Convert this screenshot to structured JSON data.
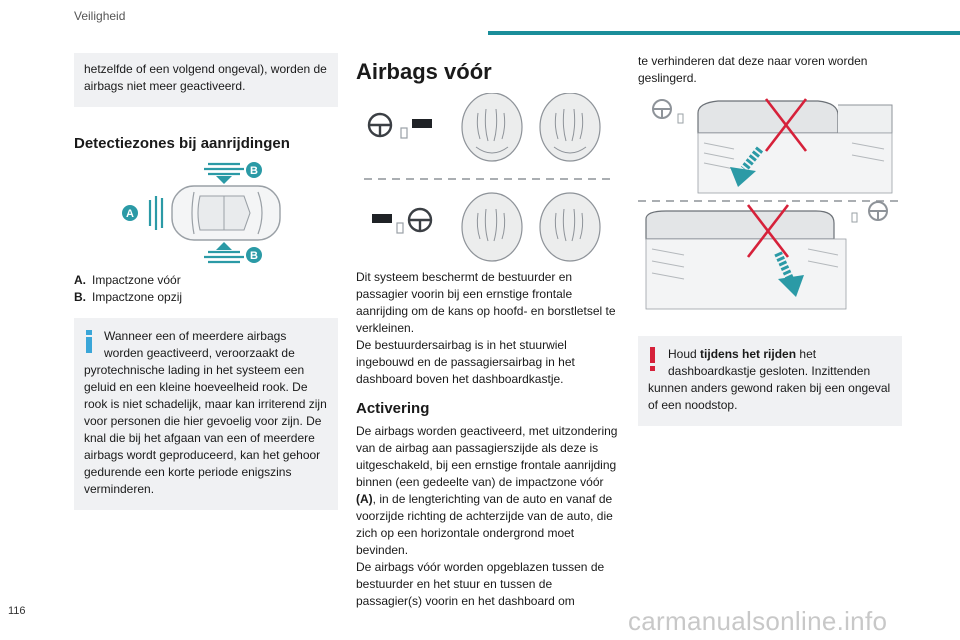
{
  "header": {
    "title": "Veiligheid"
  },
  "page_number": "116",
  "watermark": "carmanualsonline.info",
  "col1": {
    "intro": "hetzelfde of een volgend ongeval), worden de airbags niet meer geactiveerd.",
    "heading": "Detectiezones bij aanrijdingen",
    "figure_labels": {
      "a": "A",
      "b_top": "B",
      "b_bottom": "B"
    },
    "legend": [
      {
        "letter": "A.",
        "text": "Impactzone vóór"
      },
      {
        "letter": "B.",
        "text": "Impactzone opzij"
      }
    ],
    "info": {
      "first": "Wanneer een of meerdere airbags",
      "indent_rest": "worden geactiveerd, veroorzaakt de",
      "rest": "pyrotechnische lading in het systeem een geluid en een kleine hoeveelheid rook. De rook is niet schadelijk, maar kan irriterend zijn voor personen die hier gevoelig voor zijn. De knal die bij het afgaan van een of meerdere airbags wordt geproduceerd, kan het gehoor gedurende een korte periode enigszins verminderen."
    }
  },
  "col2": {
    "heading": "Airbags vóór",
    "para1": "Dit systeem beschermt de bestuurder en passagier voorin bij een ernstige frontale aanrijding om de kans op hoofd- en borstletsel te verkleinen.",
    "para2": "De bestuurdersairbag is in het stuurwiel ingebouwd en de passagiersairbag in het dashboard boven het dashboardkastje.",
    "subheading": "Activering",
    "activ_part1": "De airbags worden geactiveerd, met uitzondering van de airbag aan passagierszijde als deze is uitgeschakeld, bij een ernstige frontale aanrijding binnen (een gedeelte van) de impactzone vóór",
    "activ_bold": "(A)",
    "activ_part2": ", in de lengterichting van de auto en vanaf de voorzijde richting de achterzijde van de auto, die zich op een horizontale ondergrond moet bevinden.",
    "activ_para2": "De airbags vóór worden opgeblazen tussen de bestuurder en het stuur en tussen de passagier(s) voorin en het dashboard om"
  },
  "col3": {
    "continuation": "te verhinderen dat deze naar voren worden geslingerd.",
    "warning": {
      "pre": "Houd",
      "bold": "tijdens het rijden",
      "post": "het",
      "line2": "dashboardkastje gesloten. Inzittenden",
      "rest": "kunnen anders gewond raken bij een ongeval of een noodstop."
    }
  },
  "colors": {
    "accent": "#1a8e9a",
    "info": "#3aa6d8",
    "warning": "#d6213a",
    "box_bg": "#f0f1f3"
  }
}
